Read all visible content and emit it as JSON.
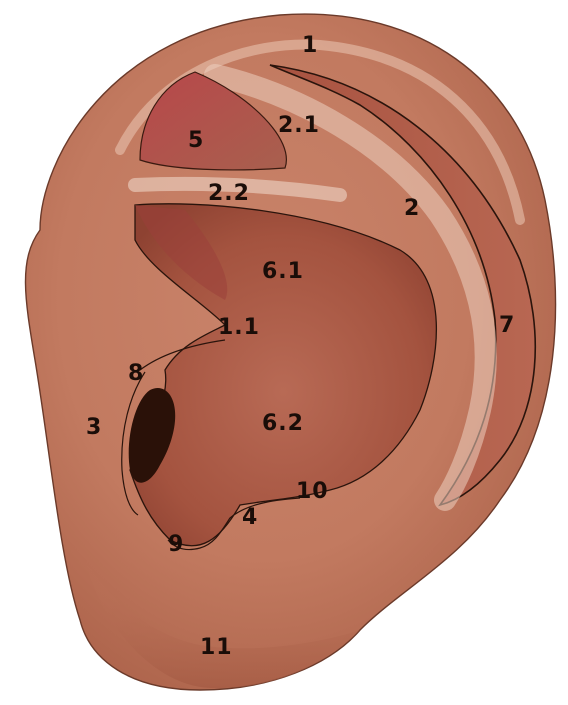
{
  "diagram": {
    "labels": [
      {
        "id": "helix",
        "text": "1"
      },
      {
        "id": "crus-of-helix",
        "text": "1.1"
      },
      {
        "id": "antihelix",
        "text": "2"
      },
      {
        "id": "superior-crus",
        "text": "2.1"
      },
      {
        "id": "inferior-crus",
        "text": "2.2"
      },
      {
        "id": "tragus",
        "text": "3"
      },
      {
        "id": "antitragus",
        "text": "4"
      },
      {
        "id": "triangular-fossa",
        "text": "5"
      },
      {
        "id": "cymba-conchae",
        "text": "6.1"
      },
      {
        "id": "cavum-conchae",
        "text": "6.2"
      },
      {
        "id": "scapha",
        "text": "7"
      },
      {
        "id": "supratragic-notch",
        "text": "8"
      },
      {
        "id": "intertragic-notch",
        "text": "9"
      },
      {
        "id": "antitragic-notch",
        "text": "10"
      },
      {
        "id": "lobule",
        "text": "11"
      }
    ]
  }
}
